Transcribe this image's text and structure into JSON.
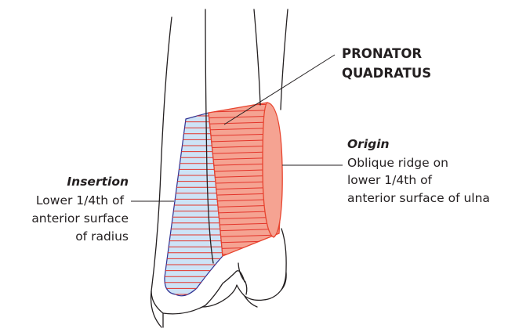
{
  "muscle": {
    "name_line1": "PRONATOR",
    "name_line2": "QUADRATUS"
  },
  "origin": {
    "heading": "Origin",
    "line1": "Oblique ridge on",
    "line2": "lower 1/4th of",
    "line3": "anterior surface of ulna"
  },
  "insertion": {
    "heading": "Insertion",
    "line1": "Lower 1/4th of",
    "line2": "anterior surface",
    "line3": "of radius"
  },
  "colors": {
    "muscle_fill": "#f5a392",
    "muscle_stroke": "#e8442e",
    "stripe": "#e3342a",
    "insertion_fill": "#cde3f6",
    "insertion_stroke": "#2e3192",
    "bone_outline": "#231f20"
  }
}
